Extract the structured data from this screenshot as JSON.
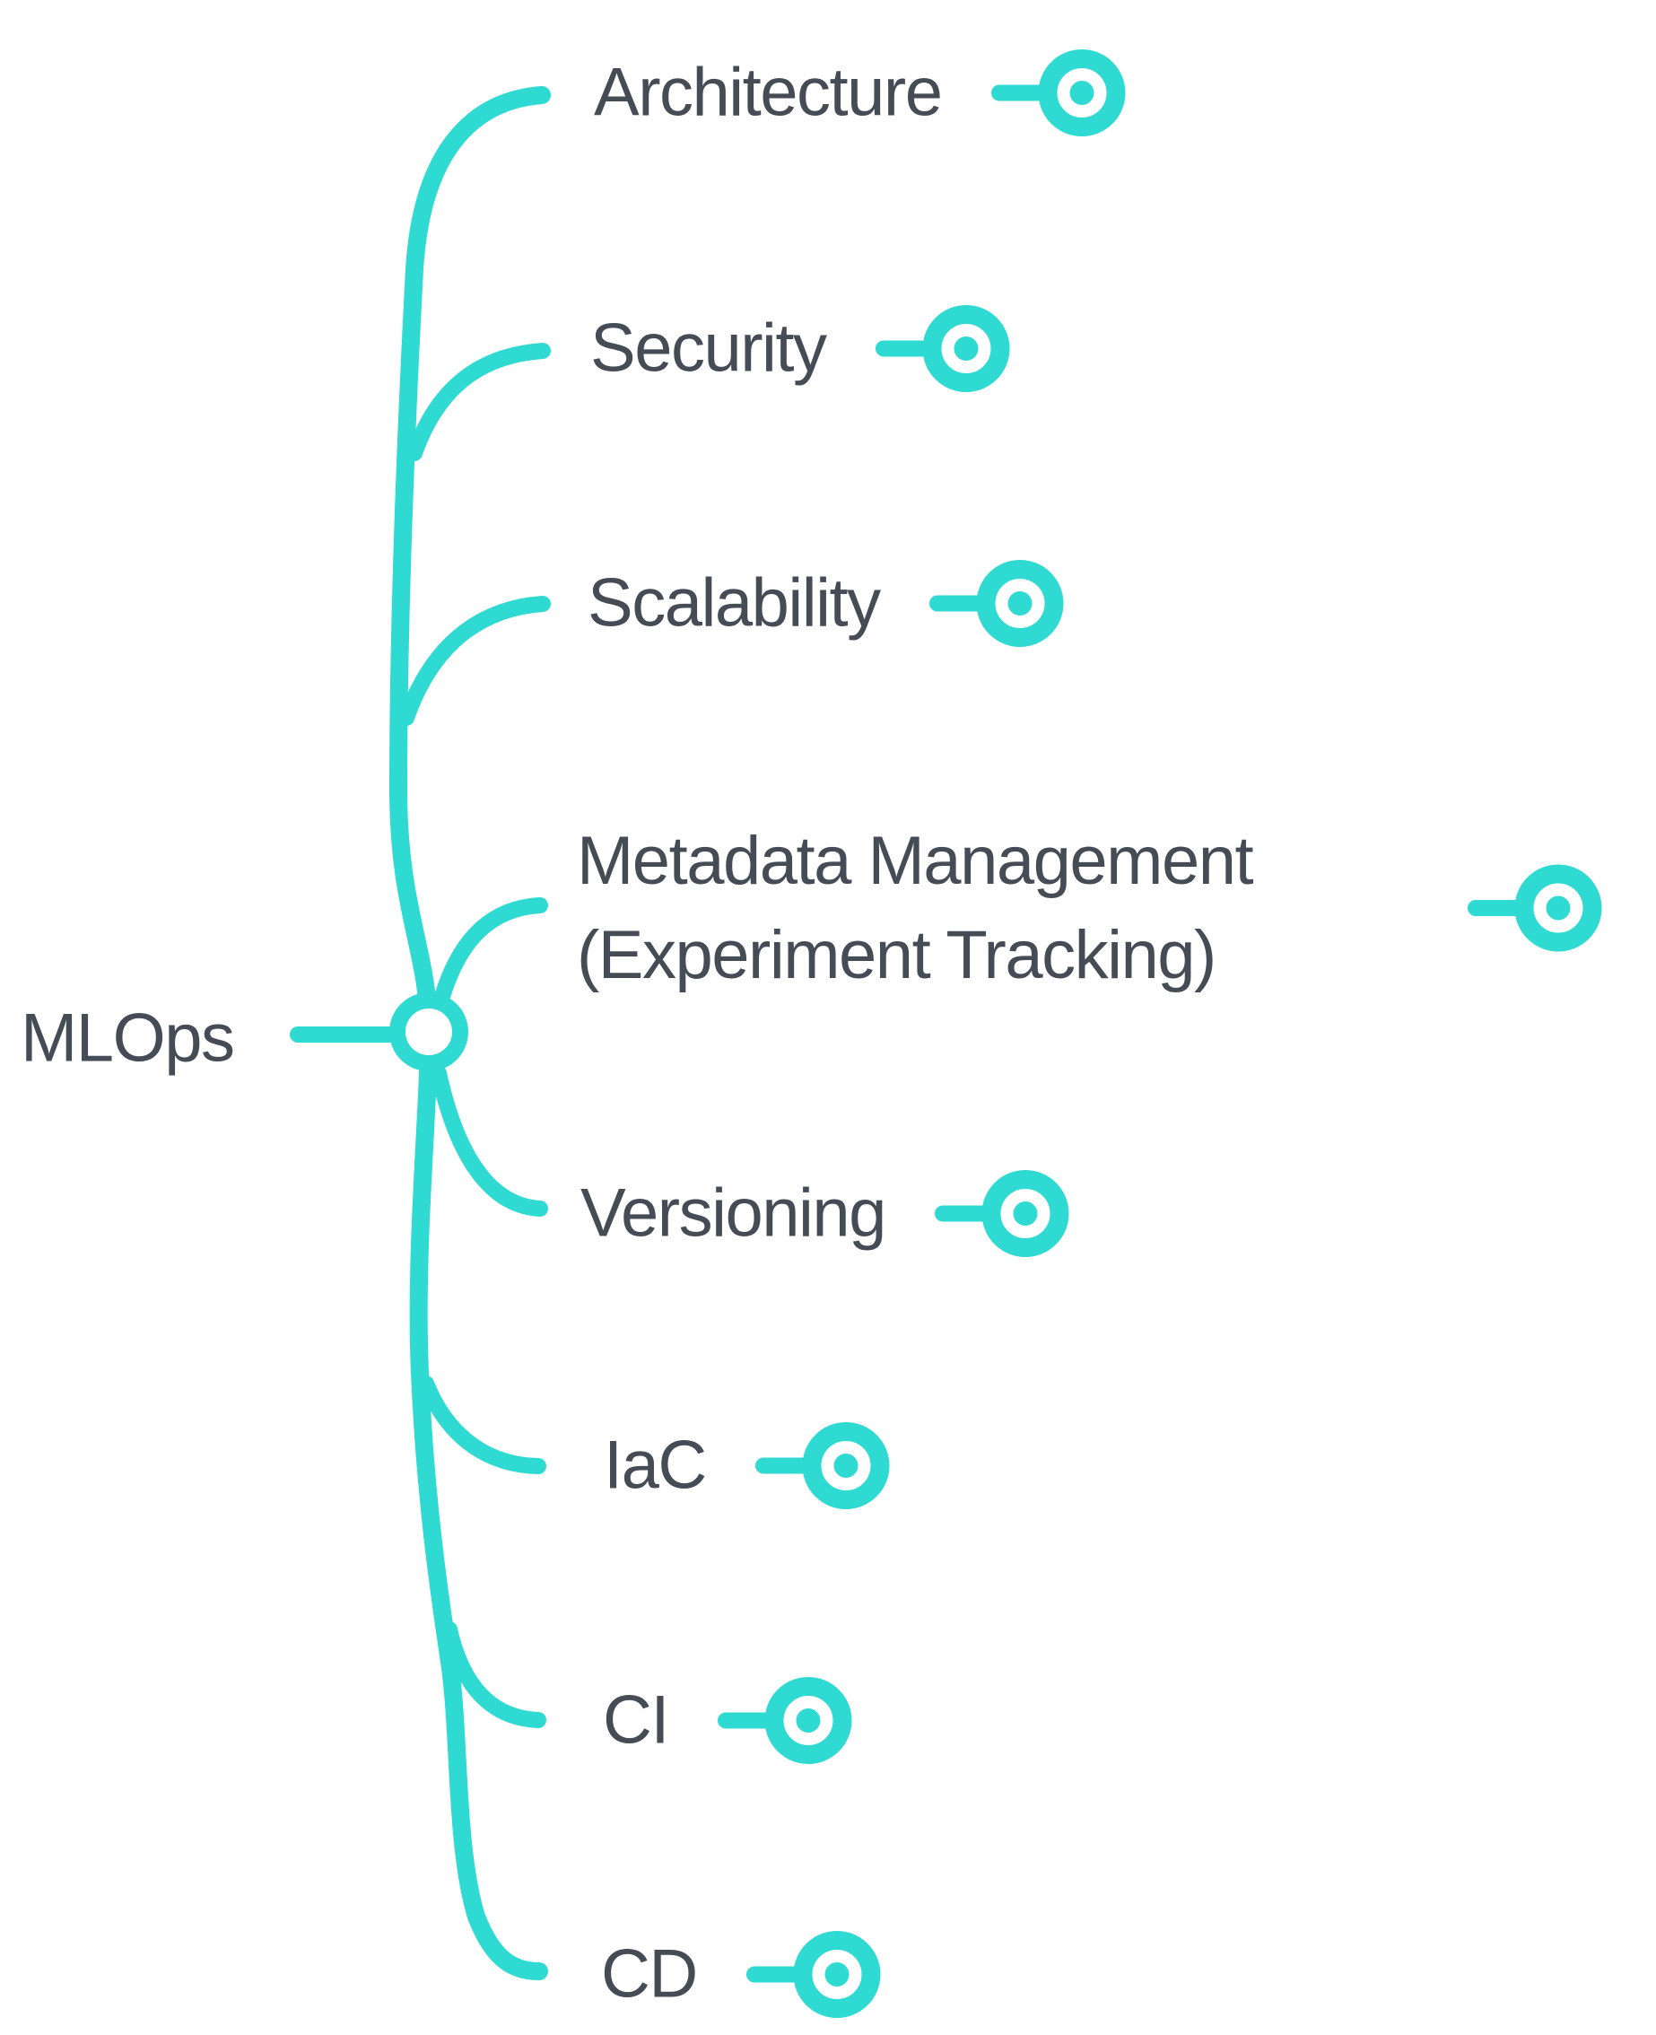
{
  "diagram": {
    "type": "mindmap",
    "root": {
      "label": "MLOps"
    },
    "nodes": [
      {
        "id": "architecture",
        "label": "Architecture"
      },
      {
        "id": "security",
        "label": "Security"
      },
      {
        "id": "scalability",
        "label": "Scalability"
      },
      {
        "id": "metadata",
        "label": "Metadata Management (Experiment Tracking)",
        "lines": [
          "Metadata Management",
          "(Experiment Tracking)"
        ]
      },
      {
        "id": "versioning",
        "label": "Versioning"
      },
      {
        "id": "iac",
        "label": "IaC"
      },
      {
        "id": "ci",
        "label": "CI"
      },
      {
        "id": "cd",
        "label": "CD"
      }
    ],
    "colors": {
      "branch": "#2EDAD1",
      "text": "#454C55",
      "background": "#FFFFFF"
    }
  }
}
